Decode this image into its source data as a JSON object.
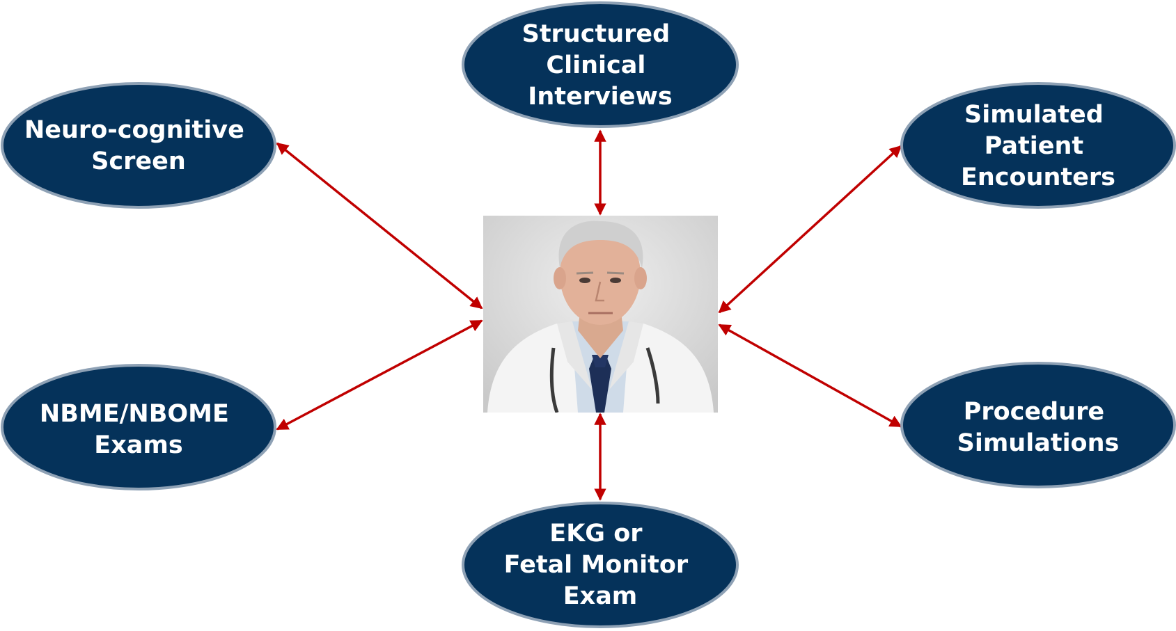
{
  "colors": {
    "node_fill": "#05325a",
    "node_stroke": "#8ea1b5",
    "arrow": "#c00000",
    "photo_bg": "#dadada"
  },
  "center": {
    "name": "doctor-photo",
    "description_icon": "doctor-portrait-icon"
  },
  "nodes": [
    {
      "id": "structured-clinical-interviews",
      "lines": [
        "Structured",
        "Clinical",
        "Interviews"
      ]
    },
    {
      "id": "neuro-cognitive-screen",
      "lines": [
        "Neuro-cognitive",
        "Screen"
      ]
    },
    {
      "id": "simulated-patient-encounters",
      "lines": [
        "Simulated",
        "Patient",
        "Encounters"
      ]
    },
    {
      "id": "nbme-nbome-exams",
      "lines": [
        "NBME/NBOME",
        "Exams"
      ]
    },
    {
      "id": "procedure-simulations",
      "lines": [
        "Procedure",
        "Simulations"
      ]
    },
    {
      "id": "ekg-fetal-monitor-exam",
      "lines": [
        "EKG or",
        "Fetal Monitor",
        "Exam"
      ]
    }
  ],
  "connections": [
    {
      "from": "structured-clinical-interviews",
      "to": "doctor-photo",
      "bidirectional": true
    },
    {
      "from": "neuro-cognitive-screen",
      "to": "doctor-photo",
      "bidirectional": true
    },
    {
      "from": "simulated-patient-encounters",
      "to": "doctor-photo",
      "bidirectional": true
    },
    {
      "from": "nbme-nbome-exams",
      "to": "doctor-photo",
      "bidirectional": true
    },
    {
      "from": "procedure-simulations",
      "to": "doctor-photo",
      "bidirectional": true
    },
    {
      "from": "ekg-fetal-monitor-exam",
      "to": "doctor-photo",
      "bidirectional": true
    }
  ]
}
